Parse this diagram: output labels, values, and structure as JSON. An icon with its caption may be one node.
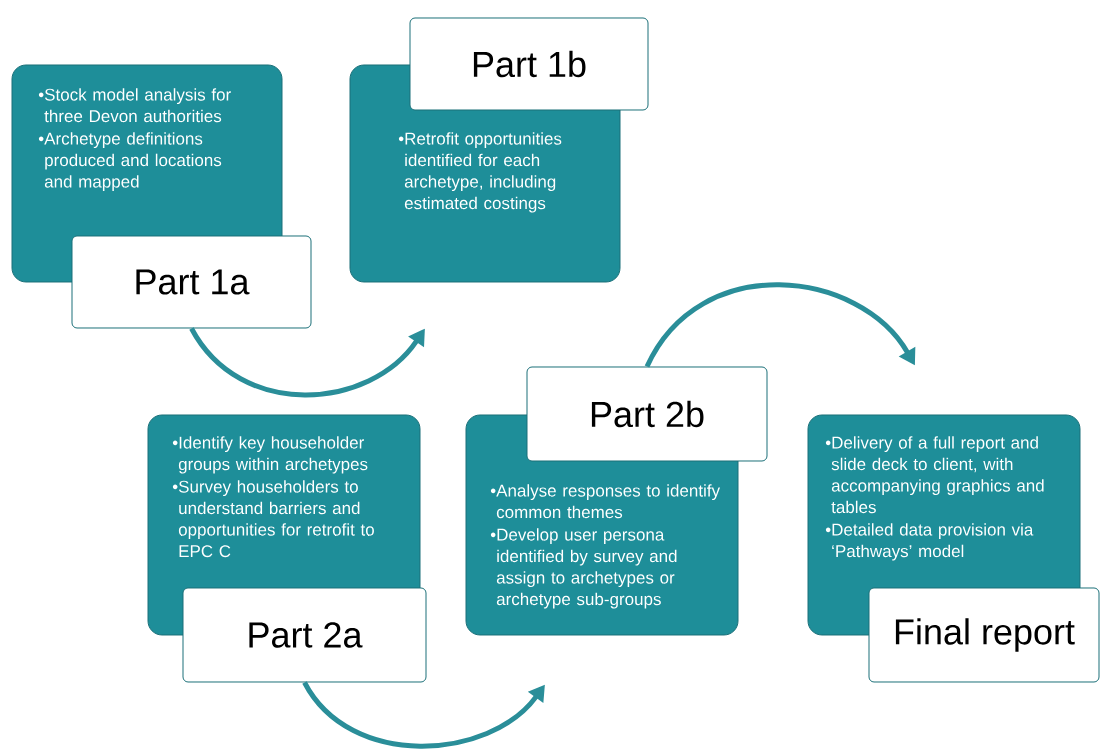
{
  "diagram": {
    "nodes": [
      {
        "text": [
          "•Stock model analysis for three Devon authorities",
          "•Archetype definitions produced and locations and mapped",
          "Part 1a"
        ]
      },
      {
        "text": [
          "Part 1b",
          "•Retrofit opportunities identified for each archetype, including estimated costings"
        ]
      },
      {
        "text": [
          "•Identify key householder groups within archetypes",
          "•Survey householders to understand barriers and opportunities for retrofit to EPC C",
          "Part 2a"
        ]
      },
      {
        "text": [
          "Part 2b",
          "•Analyse responses to identify common themes",
          "•Develop user persona identified by survey and assign to archetypes or archetype sub-groups"
        ]
      },
      {
        "text": [
          "•Delivery of a full report and slide deck to client, with accompanying graphics and tables",
          "•Detailed data provision via ‘Pathways’ model",
          "Final report"
        ]
      }
    ],
    "edges": [
      {
        "from": 0,
        "to": 1,
        "arrow": "to"
      },
      {
        "from": 2,
        "to": 3,
        "arrow": "to"
      },
      {
        "from": 3,
        "to": 4,
        "arrow": "to"
      }
    ]
  }
}
